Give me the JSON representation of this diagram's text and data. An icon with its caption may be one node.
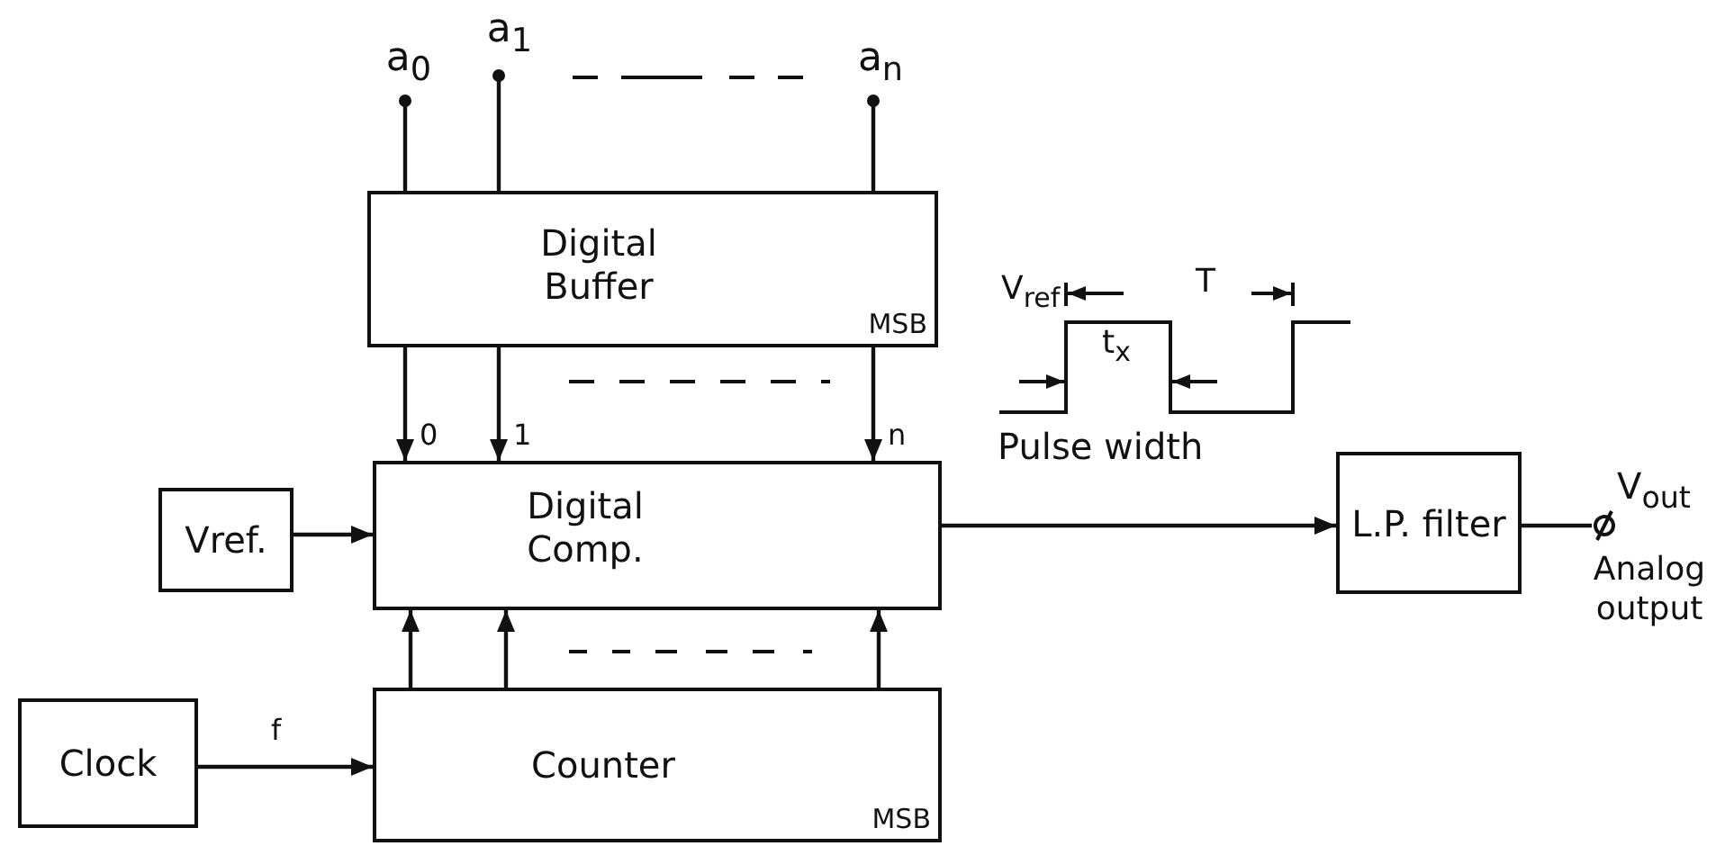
{
  "diagram": {
    "nodes": [
      {
        "text": [
          "a$_{0}$"
        ]
      },
      {
        "text": [
          "a$_{1}$"
        ]
      },
      {
        "text": [
          "a$_{n}$"
        ]
      },
      {
        "text": [
          "Digital Buffer",
          "MSB"
        ]
      },
      {
        "text": [
          "Vref."
        ]
      },
      {
        "text": [
          "Digital Comp."
        ]
      },
      {
        "text": [
          "Clock"
        ]
      },
      {
        "text": [
          "Counter",
          "MSB"
        ]
      },
      {
        "text": [
          "L.P. filter"
        ]
      },
      {
        "text": [
          "V$_{out}$",
          "Analog output"
        ]
      }
    ],
    "edges": [
      {
        "from": 0,
        "to": 3,
        "arrow": "other"
      },
      {
        "from": 1,
        "to": 3,
        "arrow": "other"
      },
      {
        "from": 2,
        "to": 3,
        "arrow": "other"
      },
      {
        "from": 3,
        "to": 5,
        "arrow": "to",
        "label": "0"
      },
      {
        "from": 3,
        "to": 5,
        "arrow": "to",
        "label": "1"
      },
      {
        "from": 3,
        "to": 5,
        "arrow": "to",
        "label": "n"
      },
      {
        "from": 4,
        "to": 5,
        "arrow": "to"
      },
      {
        "from": 7,
        "to": 5,
        "arrow": "to"
      },
      {
        "from": 7,
        "to": 5,
        "arrow": "to"
      },
      {
        "from": 7,
        "to": 5,
        "arrow": "to"
      },
      {
        "from": 6,
        "to": 7,
        "arrow": "to",
        "label": "f"
      },
      {
        "from": 5,
        "to": 8,
        "arrow": "to"
      },
      {
        "from": 8,
        "to": 9,
        "arrow": "none"
      }
    ],
    "labels": [
      "V$_{ref}$",
      "T",
      "t$_{x}$",
      "Pulse width"
    ]
  }
}
